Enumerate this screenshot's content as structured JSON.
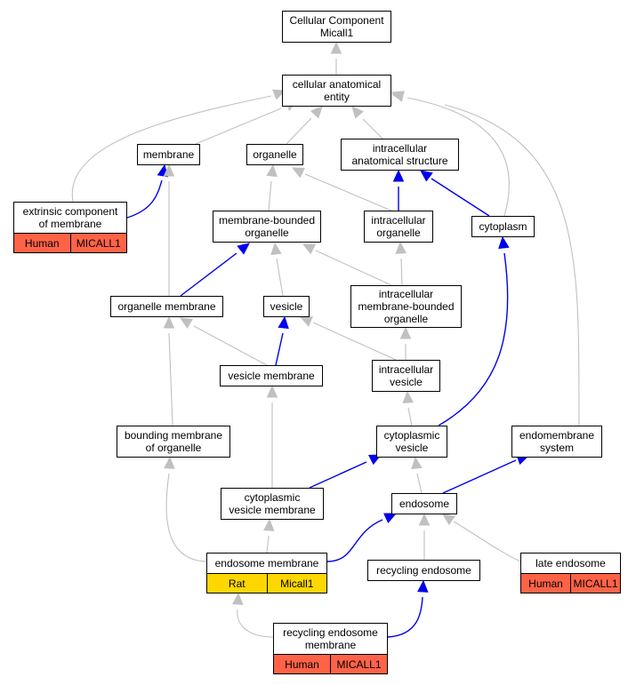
{
  "graph": {
    "colors": {
      "is_a": "#c0c0c0",
      "annotated_path": "#0000ee",
      "human": "#ff6347",
      "rat": "#ffd700"
    },
    "nodes": [
      {
        "id": "root",
        "lines": [
          "Cellular Component",
          "Micall1"
        ]
      },
      {
        "id": "cae",
        "lines": [
          "cellular anatomical",
          "entity"
        ]
      },
      {
        "id": "membrane",
        "lines": [
          "membrane"
        ]
      },
      {
        "id": "organelle",
        "lines": [
          "organelle"
        ]
      },
      {
        "id": "ias",
        "lines": [
          "intracellular",
          "anatomical structure"
        ]
      },
      {
        "id": "ecm",
        "lines": [
          "extrinsic component",
          "of membrane"
        ],
        "annotations": [
          {
            "species": "Human",
            "gene": "MICALL1"
          }
        ]
      },
      {
        "id": "mbo",
        "lines": [
          "membrane-bounded",
          "organelle"
        ]
      },
      {
        "id": "io",
        "lines": [
          "intracellular",
          "organelle"
        ]
      },
      {
        "id": "cytoplasm",
        "lines": [
          "cytoplasm"
        ]
      },
      {
        "id": "om",
        "lines": [
          "organelle membrane"
        ]
      },
      {
        "id": "vesicle",
        "lines": [
          "vesicle"
        ]
      },
      {
        "id": "imbo",
        "lines": [
          "intracellular",
          "membrane-bounded",
          "organelle"
        ]
      },
      {
        "id": "vm",
        "lines": [
          "vesicle membrane"
        ]
      },
      {
        "id": "iv",
        "lines": [
          "intracellular",
          "vesicle"
        ]
      },
      {
        "id": "bmo",
        "lines": [
          "bounding membrane",
          "of organelle"
        ]
      },
      {
        "id": "cv",
        "lines": [
          "cytoplasmic",
          "vesicle"
        ]
      },
      {
        "id": "es",
        "lines": [
          "endomembrane",
          "system"
        ]
      },
      {
        "id": "cvm",
        "lines": [
          "cytoplasmic",
          "vesicle membrane"
        ]
      },
      {
        "id": "endosome",
        "lines": [
          "endosome"
        ]
      },
      {
        "id": "em",
        "lines": [
          "endosome membrane"
        ],
        "annotations": [
          {
            "species": "Rat",
            "gene": "Micall1"
          }
        ]
      },
      {
        "id": "re",
        "lines": [
          "recycling endosome"
        ]
      },
      {
        "id": "le",
        "lines": [
          "late endosome"
        ],
        "annotations": [
          {
            "species": "Human",
            "gene": "MICALL1"
          }
        ]
      },
      {
        "id": "rem",
        "lines": [
          "recycling endosome",
          "membrane"
        ],
        "annotations": [
          {
            "species": "Human",
            "gene": "MICALL1"
          }
        ]
      }
    ]
  }
}
